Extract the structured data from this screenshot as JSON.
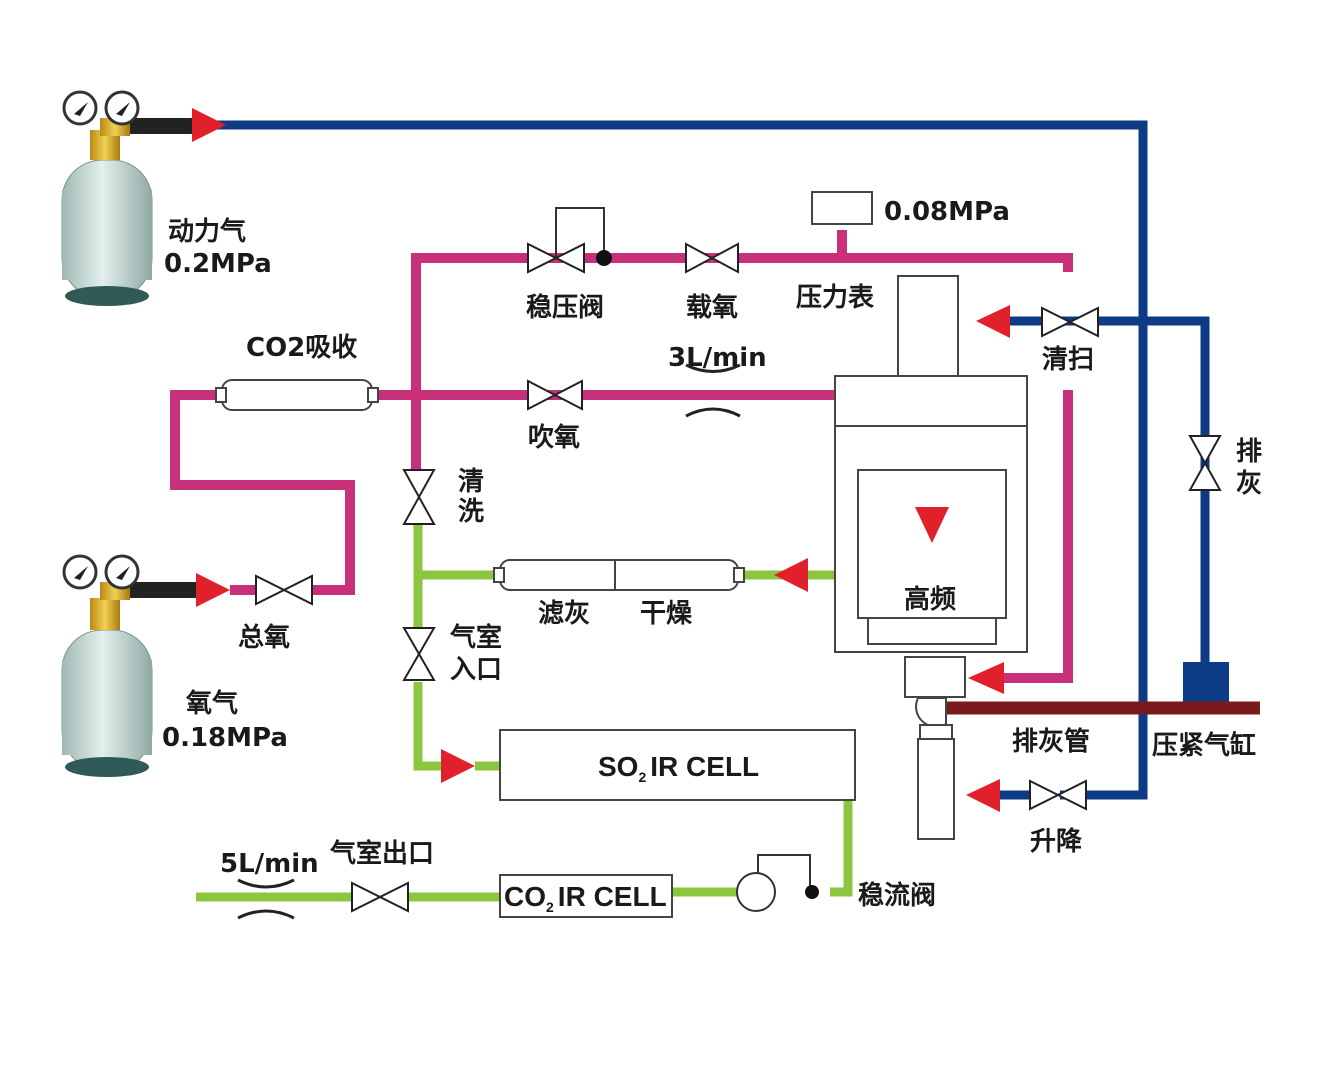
{
  "colors": {
    "power_gas": "#0e3b86",
    "oxygen": "#c9307a",
    "exhaust": "#8cc63f",
    "ash_pipe": "#7a1a1f",
    "arrow": "#e0202a",
    "cylinder": "#c5ddd8"
  },
  "labels": {
    "power_gas": "动力气",
    "power_gas_pressure": "0.2MPa",
    "oxygen": "氧气",
    "oxygen_pressure": "0.18MPa",
    "co2_absorb": "CO2吸收",
    "pressure_reg_valve": "稳压阀",
    "carrier_oxygen": "载氧",
    "pressure_gauge": "压力表",
    "gauge_reading": "0.08MPa",
    "flow_3": "3L/min",
    "blow_oxygen": "吹氧",
    "purge": "清扫",
    "ash_discharge": "排",
    "ash_discharge_2": "灰",
    "clean": "清",
    "clean_2": "洗",
    "dust_filter": "滤灰",
    "dryer": "干燥",
    "high_freq": "高频",
    "total_oxygen": "总氧",
    "chamber_inlet": "气室",
    "chamber_inlet_2": "入口",
    "so2_cell_prefix": "SO",
    "so2_cell_sub": "2",
    "so2_cell_suffix": "IR CELL",
    "ash_pipe": "排灰管",
    "press_cylinder": "压紧气缸",
    "lift": "升降",
    "flow_5": "5L/min",
    "chamber_outlet": "气室出口",
    "co2_cell_prefix": "CO",
    "co2_cell_sub": "2",
    "co2_cell_suffix": "IR CELL",
    "flow_stabilizer": "稳流阀"
  }
}
